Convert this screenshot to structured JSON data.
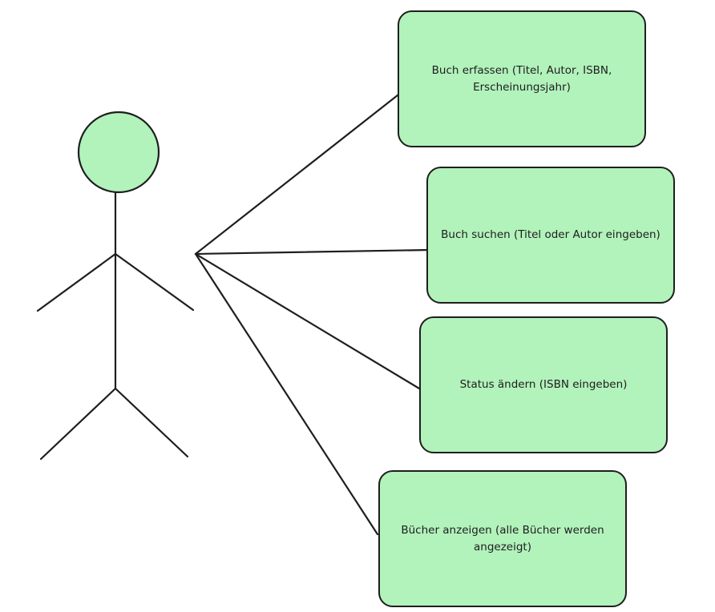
{
  "colors": {
    "box_fill": "#b2f2bb",
    "stroke": "#1e1e1e",
    "actor_head_fill": "#b2f2bb"
  },
  "actor": {
    "shape": "stick-figure",
    "label": ""
  },
  "use_cases": [
    {
      "label": "Buch erfassen (Titel, Autor, ISBN, Erscheinungsjahr)"
    },
    {
      "label": "Buch suchen (Titel oder Autor eingeben)"
    },
    {
      "label": "Status ändern (ISBN eingeben)"
    },
    {
      "label": "Bücher anzeigen (alle Bücher werden angezeigt)"
    }
  ]
}
